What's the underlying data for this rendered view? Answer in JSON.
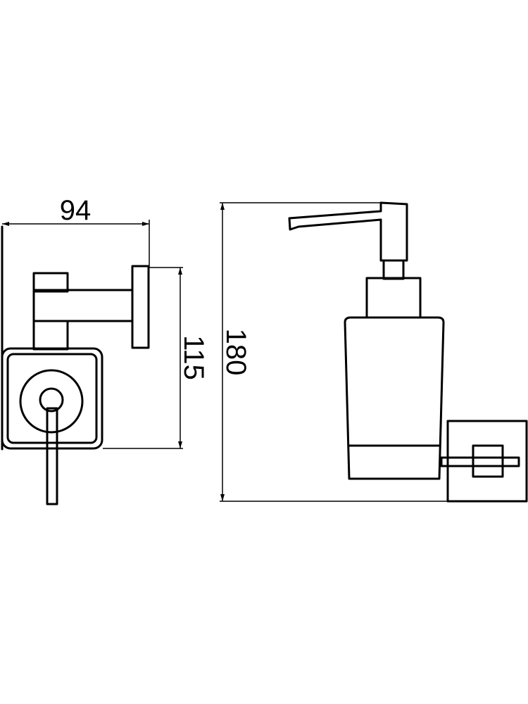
{
  "dimensions": {
    "width_label": "94",
    "bracket_height_label": "115",
    "total_height_label": "180"
  },
  "colors": {
    "line": "#000000",
    "background": "#ffffff"
  }
}
